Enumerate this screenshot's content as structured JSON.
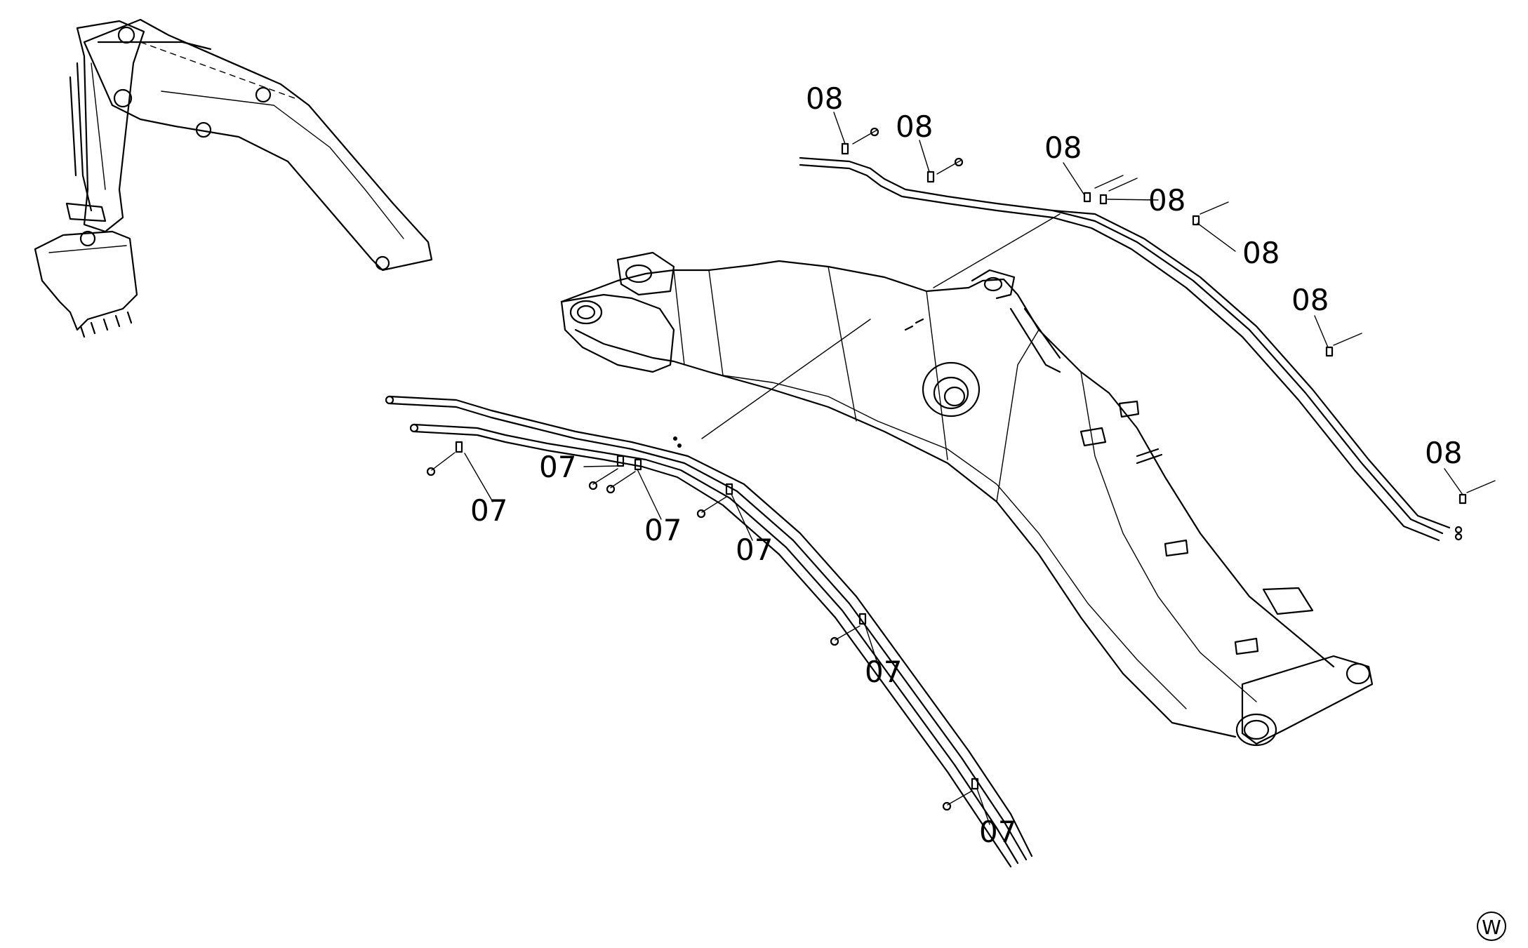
{
  "diagram": {
    "callouts": [
      {
        "id": "c1",
        "label": "08"
      },
      {
        "id": "c2",
        "label": "08"
      },
      {
        "id": "c3",
        "label": "08"
      },
      {
        "id": "c4",
        "label": "08"
      },
      {
        "id": "c5",
        "label": "08"
      },
      {
        "id": "c6",
        "label": "08"
      },
      {
        "id": "c7",
        "label": "08"
      },
      {
        "id": "c8",
        "label": "07"
      },
      {
        "id": "c9",
        "label": "07"
      },
      {
        "id": "c10",
        "label": "07"
      },
      {
        "id": "c11",
        "label": "07"
      },
      {
        "id": "c12",
        "label": "07"
      },
      {
        "id": "c13",
        "label": "07"
      }
    ],
    "watermark": "W"
  }
}
